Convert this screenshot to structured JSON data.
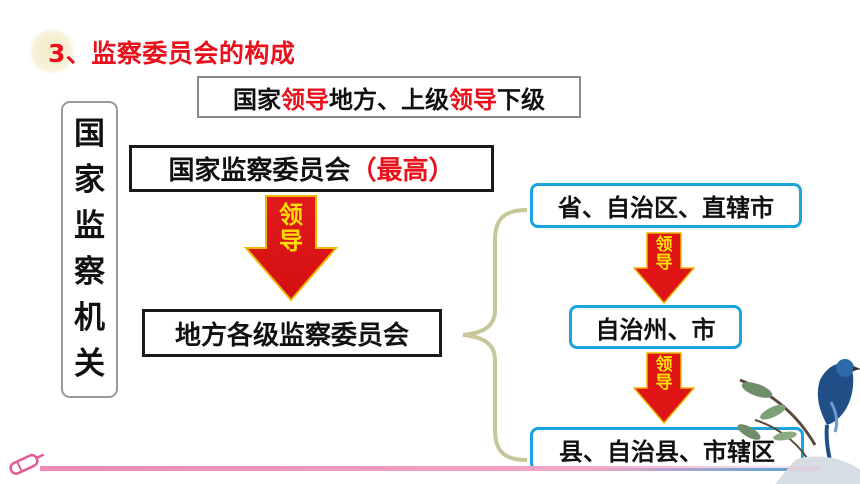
{
  "title": "3、监察委员会的构成",
  "subtitle": {
    "parts": [
      "国家",
      "领导",
      "地方、上级",
      "领导",
      "下级"
    ]
  },
  "vertical_label": [
    "国",
    "家",
    "监",
    "察",
    "机",
    "关"
  ],
  "top_box": {
    "main": "国家监察委员会",
    "highlight": "（最高）"
  },
  "big_arrow_label": [
    "领",
    "导"
  ],
  "local_box": "地方各级监察委员会",
  "levels": [
    "省、自治区、直辖市",
    "自治州、市",
    "县、自治县、市辖区"
  ],
  "small_arrow_labels": [
    [
      "领",
      "导"
    ],
    [
      "领",
      "导"
    ]
  ],
  "colors": {
    "accent_red": "#e8101b",
    "arrow_yellow": "#ffe000",
    "blue_border": "#1aa3dc",
    "brace_green": "#c8c79a"
  },
  "icons": [
    "pen-icon",
    "bird-painting"
  ]
}
